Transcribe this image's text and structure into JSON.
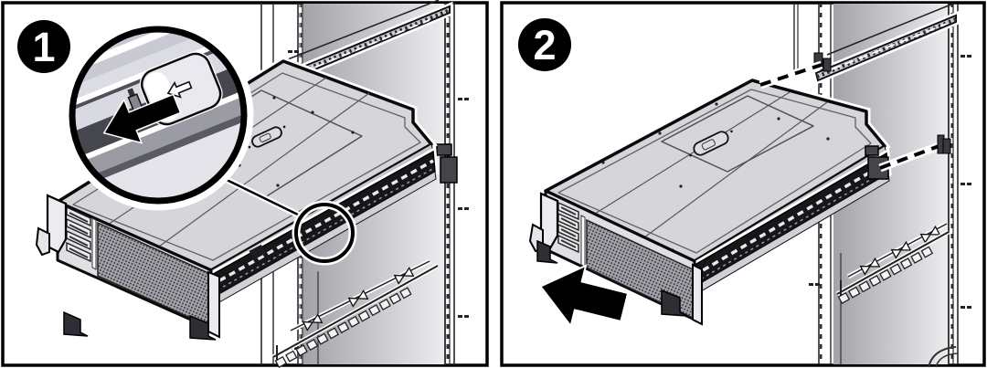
{
  "diagram": {
    "type": "rack-mount-instruction",
    "background_color": "#ffffff",
    "panels": [
      {
        "step_label": "1",
        "badge_color": "#000000",
        "badge_text_color": "#ffffff",
        "annotations": [
          "magnifier-callout-circle",
          "release-tab",
          "slide-left-arrow-icon",
          "small-callout-circle"
        ]
      },
      {
        "step_label": "2",
        "badge_color": "#000000",
        "badge_text_color": "#ffffff",
        "annotations": [
          "alignment-dashed-lines",
          "pull-out-arrow-icon"
        ]
      }
    ],
    "colors": {
      "line": "#0a0a0a",
      "server_top": "#d5d5da",
      "server_front": "#dfdfe4",
      "rail_dark": "#17171a",
      "rack_gradient_start": "#a2a2a8",
      "rack_gradient_end": "#ededf0",
      "magnifier_band_light": "#c9c9d3",
      "magnifier_slot_dark": "#46464e"
    }
  }
}
